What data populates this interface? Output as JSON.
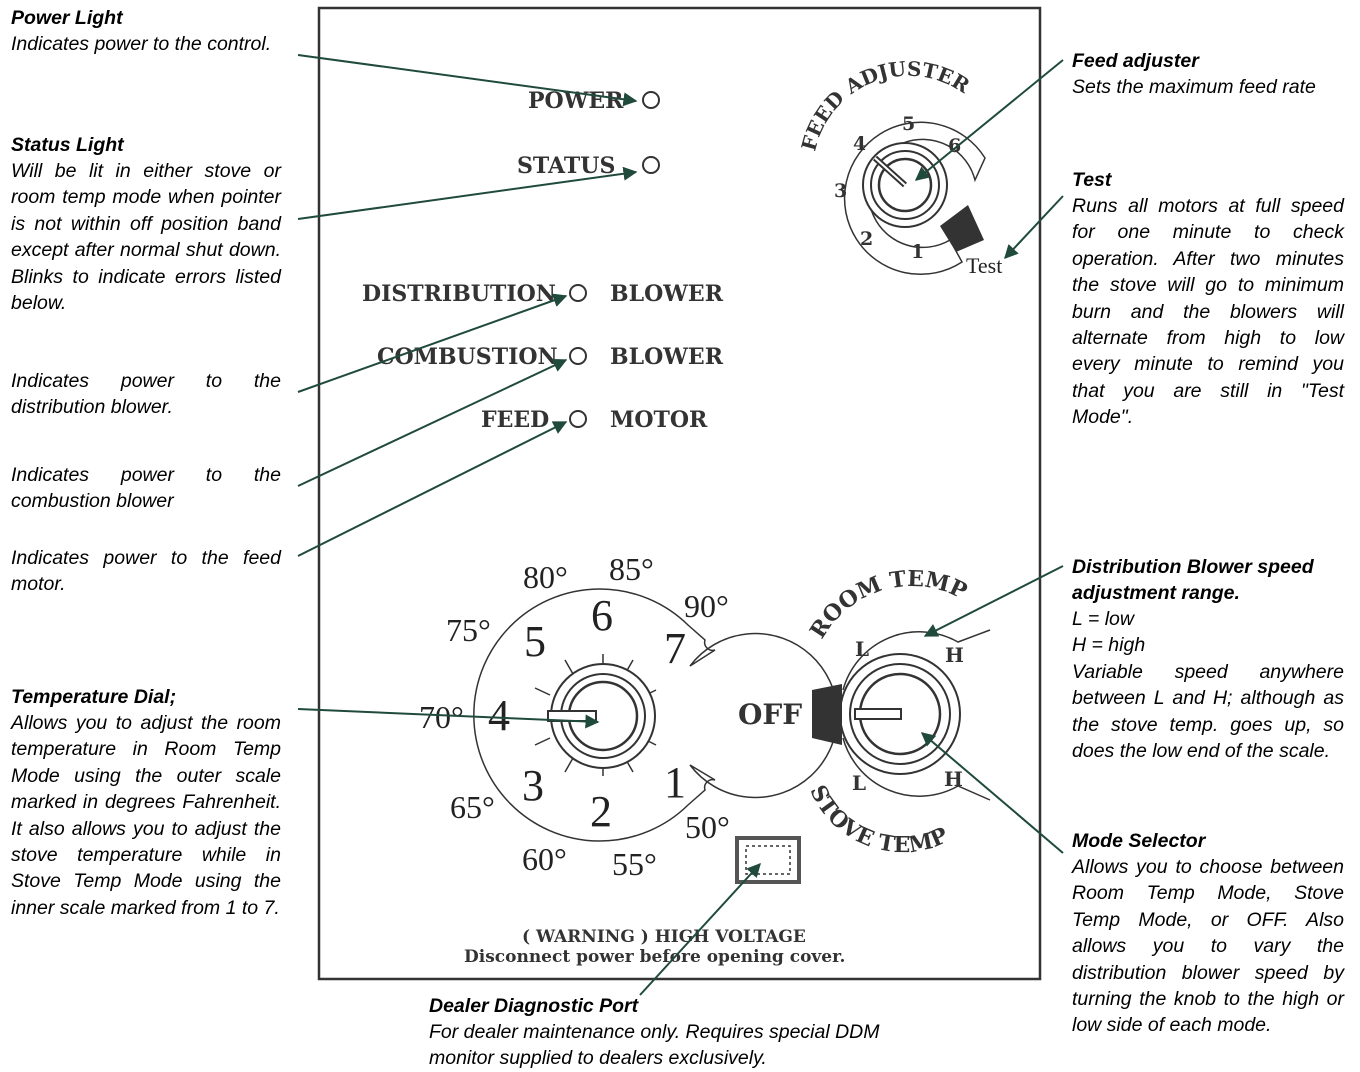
{
  "annotations": {
    "power_light": {
      "title": "Power Light",
      "body": "Indicates power to the control."
    },
    "status_light": {
      "title": "Status Light",
      "body": "Will be lit in either stove or room temp mode when pointer is not within off position band except after normal shut down. Blinks to indicate errors listed  below."
    },
    "distribution": {
      "body": "Indicates power to the distribution blower."
    },
    "combustion": {
      "body": "Indicates power to the combustion blower"
    },
    "feed_motor": {
      "body": "Indicates power to the feed motor."
    },
    "temperature_dial": {
      "title": "Temperature Dial;",
      "body": "Allows you to adjust the room temperature in Room Temp Mode using the outer scale marked in degrees Fahrenheit. It also allows you to adjust the stove temperature while in Stove Temp Mode using the inner scale marked from 1 to 7."
    },
    "feed_adjuster": {
      "title": "Feed adjuster",
      "body": "Sets the maximum feed rate"
    },
    "test": {
      "title": "Test",
      "body": "Runs all motors at full speed for one minute to check operation. After two minutes the stove will go to minimum burn and the blowers will alternate from high to low every  minute to remind you that you are still in \"Test Mode\"."
    },
    "distribution_speed": {
      "title": "Distribution Blower speed adjustment range.",
      "lines": [
        "L = low",
        "H = high"
      ],
      "body": "Variable speed anywhere between L and H; although as the stove temp. goes up, so does the low end of the scale."
    },
    "mode_selector": {
      "title": "Mode Selector",
      "body": "Allows you to choose between Room Temp Mode, Stove Temp Mode, or OFF. Also allows you to vary the distribution blower speed by turning the knob to the high or low side of each mode."
    },
    "dealer_port": {
      "title": "Dealer Diagnostic Port",
      "body": "For dealer maintenance only. Requires special DDM monitor supplied to dealers exclusively."
    }
  },
  "panel": {
    "power": "POWER",
    "status": "STATUS",
    "distribution": "DISTRIBUTION",
    "combustion": "COMBUSTION",
    "feed": "FEED",
    "blower": "BLOWER",
    "motor": "MOTOR",
    "feed_adjuster_arc": "FEED ADJUSTER",
    "feed_numbers": [
      "1",
      "2",
      "3",
      "4",
      "5",
      "6"
    ],
    "test": "Test",
    "temp_outer": [
      "50°",
      "55°",
      "60°",
      "65°",
      "70°",
      "75°",
      "80°",
      "85°",
      "90°"
    ],
    "temp_inner": [
      "1",
      "2",
      "3",
      "4",
      "5",
      "6",
      "7"
    ],
    "room_temp": "ROOM TEMP",
    "stove_temp": "STOVE TEMP",
    "low": "L",
    "high": "H",
    "off": "OFF",
    "warning_line1": "( WARNING ) HIGH VOLTAGE",
    "warning_line2": "Disconnect power before opening cover."
  },
  "colors": {
    "leader": "#1f4a3c",
    "panel": "#333333"
  }
}
